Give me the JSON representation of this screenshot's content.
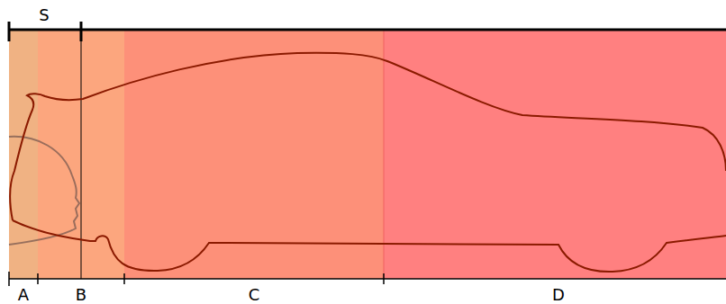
{
  "diagram": {
    "labels": [
      "S",
      "A",
      "B",
      "C",
      "D"
    ]
  }
}
